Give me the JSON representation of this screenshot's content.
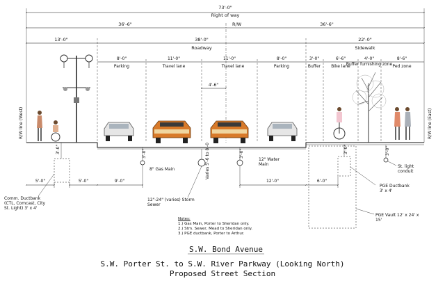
{
  "dimensions": {
    "total": "73'-0\"",
    "row_label": "Right of way",
    "left_half": "36'-6\"",
    "right_half": "36'-6\"",
    "rw_center": "R/W",
    "roadway_width": "38'-0\"",
    "roadway_label": "Roadway",
    "left_sidewalk": "13'-0\"",
    "right_sidewalk": "22'-0\"",
    "sidewalk_label": "Sidewalk",
    "lane_gap": "4'-6\""
  },
  "zones": [
    {
      "width": "8'-0\"",
      "label": "Parking"
    },
    {
      "width": "11'-0\"",
      "label": "Travel lane"
    },
    {
      "width": "11'-0\"",
      "label": "Travel lane"
    },
    {
      "width": "8'-0\"",
      "label": "Parking"
    },
    {
      "width": "3'-0\"",
      "label": "Buffer"
    },
    {
      "width": "6'-6\"",
      "label": "Bike lane"
    },
    {
      "width": "4'-0\"",
      "label": "Buffer furnishing zone"
    },
    {
      "width": "8'-6\"",
      "label": "Ped zone"
    }
  ],
  "side_labels": {
    "west": "R/W line (West)",
    "east": "R/W line (East)"
  },
  "utilities": {
    "gas_main": "8\" Gas Main",
    "water_main": "12\" Water Main",
    "varies": "Varies 5'-6 to 8'-0",
    "storm_sewer": "12\"-24\" (varies) Storm Sewer",
    "comm_ductbank": "Comm. Ductbank (CTL, Comcast, City St. Light) 3' x 4'",
    "pge_ductbank": "PGE Ductbank 3' x 4'",
    "pge_vault": "PGE Vault 12' x 24' x 15'",
    "st_light": "St. light conduit"
  },
  "below_dims": {
    "d1": "5'-0\"",
    "d2": "5'-0\"",
    "d3": "9'-0\"",
    "d4": "12'-0\"",
    "d5": "6'-0\"",
    "depth1": "3'-0\"",
    "depth2": "3'-0\"",
    "depth3": "3'-0\"",
    "depth4": "3'-0\"",
    "depth5": "3'-0\""
  },
  "notes": {
    "heading": "Notes:",
    "n1": "1.) Gas Main, Porter to Sheridan only.",
    "n2": "2.) Stm. Sewer, Mead to Sheridan only.",
    "n3": "3.) PGE ductbank, Porter to Arthur."
  },
  "titles": {
    "street": "S.W. Bond Avenue",
    "extent": "S.W. Porter St. to S.W. River Parkway (Looking North)",
    "subtitle": "Proposed Street Section"
  }
}
